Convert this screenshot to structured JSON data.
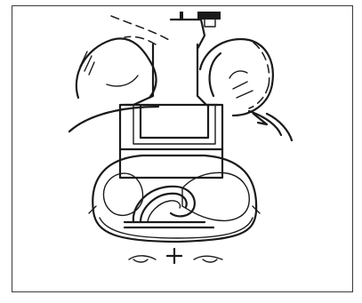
{
  "figure": {
    "colors": {
      "ink": "#1a1a1a",
      "paper": "#ffffff",
      "frame": "#3a3a3a",
      "stipple": "#cfcfcf"
    },
    "elements": [
      "anatomical-line-drawing",
      "implant-housing",
      "coiled-membrane",
      "stippled-tissue"
    ]
  }
}
